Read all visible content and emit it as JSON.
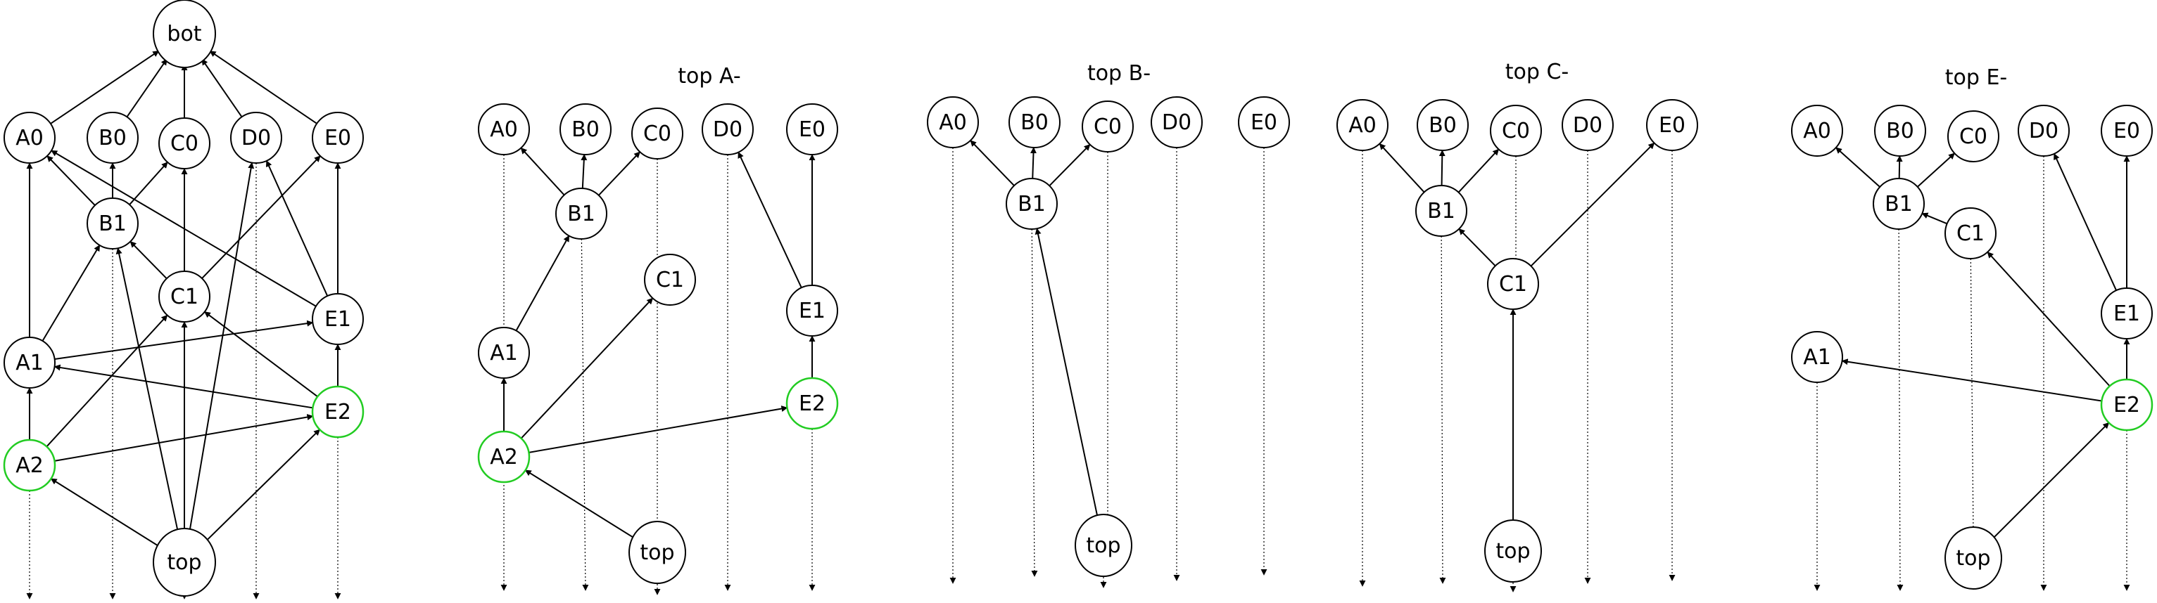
{
  "diagrams": [
    {
      "id": "full",
      "title": "",
      "nodes": [
        {
          "id": "bot",
          "label": "bot"
        },
        {
          "id": "A0",
          "label": "A0"
        },
        {
          "id": "B0",
          "label": "B0"
        },
        {
          "id": "C0",
          "label": "C0"
        },
        {
          "id": "D0",
          "label": "D0"
        },
        {
          "id": "E0",
          "label": "E0"
        },
        {
          "id": "B1",
          "label": "B1"
        },
        {
          "id": "C1",
          "label": "C1"
        },
        {
          "id": "E1",
          "label": "E1"
        },
        {
          "id": "A1",
          "label": "A1"
        },
        {
          "id": "E2",
          "label": "E2",
          "highlight": true
        },
        {
          "id": "A2",
          "label": "A2",
          "highlight": true
        },
        {
          "id": "top",
          "label": "top"
        }
      ]
    },
    {
      "id": "topA",
      "title": "top A-",
      "nodes": [
        {
          "id": "A0",
          "label": "A0"
        },
        {
          "id": "B0",
          "label": "B0"
        },
        {
          "id": "C0",
          "label": "C0"
        },
        {
          "id": "D0",
          "label": "D0"
        },
        {
          "id": "E0",
          "label": "E0"
        },
        {
          "id": "B1",
          "label": "B1"
        },
        {
          "id": "C1",
          "label": "C1"
        },
        {
          "id": "E1",
          "label": "E1"
        },
        {
          "id": "A1",
          "label": "A1"
        },
        {
          "id": "E2",
          "label": "E2",
          "highlight": true
        },
        {
          "id": "A2",
          "label": "A2",
          "highlight": true
        },
        {
          "id": "top",
          "label": "top"
        }
      ]
    },
    {
      "id": "topB",
      "title": "top B-",
      "nodes": [
        {
          "id": "A0",
          "label": "A0"
        },
        {
          "id": "B0",
          "label": "B0"
        },
        {
          "id": "C0",
          "label": "C0"
        },
        {
          "id": "D0",
          "label": "D0"
        },
        {
          "id": "E0",
          "label": "E0"
        },
        {
          "id": "B1",
          "label": "B1"
        },
        {
          "id": "top",
          "label": "top"
        }
      ]
    },
    {
      "id": "topC",
      "title": "top C-",
      "nodes": [
        {
          "id": "A0",
          "label": "A0"
        },
        {
          "id": "B0",
          "label": "B0"
        },
        {
          "id": "C0",
          "label": "C0"
        },
        {
          "id": "D0",
          "label": "D0"
        },
        {
          "id": "E0",
          "label": "E0"
        },
        {
          "id": "B1",
          "label": "B1"
        },
        {
          "id": "C1",
          "label": "C1"
        },
        {
          "id": "top",
          "label": "top"
        }
      ]
    },
    {
      "id": "topE",
      "title": "top E-",
      "nodes": [
        {
          "id": "A0",
          "label": "A0"
        },
        {
          "id": "B0",
          "label": "B0"
        },
        {
          "id": "C0",
          "label": "C0"
        },
        {
          "id": "D0",
          "label": "D0"
        },
        {
          "id": "E0",
          "label": "E0"
        },
        {
          "id": "B1",
          "label": "B1"
        },
        {
          "id": "C1",
          "label": "C1"
        },
        {
          "id": "E1",
          "label": "E1"
        },
        {
          "id": "A1",
          "label": "A1"
        },
        {
          "id": "E2",
          "label": "E2",
          "highlight": true
        },
        {
          "id": "top",
          "label": "top"
        }
      ]
    }
  ],
  "colors": {
    "node_stroke": "#000000",
    "highlight_stroke": "#22cc22",
    "edge": "#000000",
    "background": "#ffffff"
  }
}
